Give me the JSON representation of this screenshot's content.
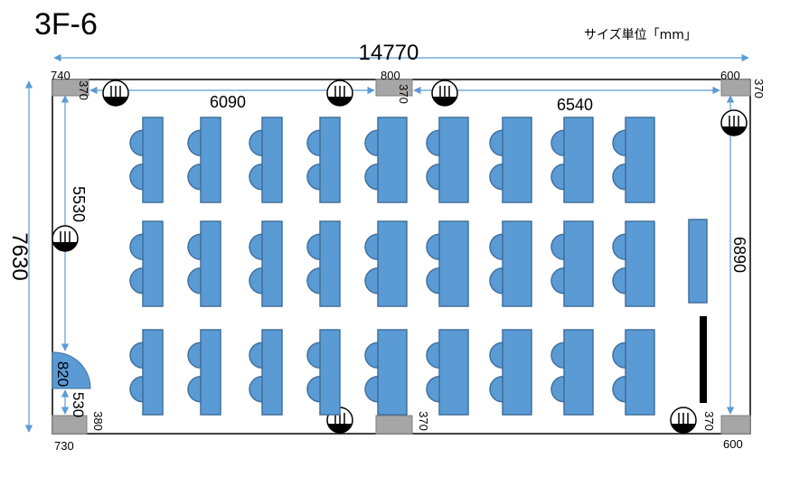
{
  "title": "3F-6",
  "unit_note": "サイズ単位「mm」",
  "colors": {
    "desk": "#5b9bd5",
    "desk_stroke": "#41719c",
    "column": "#a6a6a6",
    "dimension": "#5b9bd5",
    "wall": "#000000",
    "board": "#000000"
  },
  "dimensions": {
    "total_width": "14770",
    "total_height": "7630",
    "left_span": "6090",
    "right_span": "6540",
    "left_inner_height": "5530",
    "right_inner_height": "6890",
    "door_width": "820",
    "door_offset": "530"
  },
  "columns": {
    "top_left_w": "740",
    "top_left_d": "370",
    "top_mid_w": "800",
    "top_mid_d": "370",
    "top_right_w": "600",
    "top_right_d": "370",
    "bottom_left_w": "730",
    "bottom_left_d": "380",
    "bottom_mid_w": "800",
    "bottom_mid_d": "370",
    "bottom_right_w": "600",
    "bottom_right_d": "370"
  },
  "icons": [
    "outlet-icon"
  ],
  "seating": {
    "desk_rows": 3,
    "desk_columns": 9,
    "seats_per_desk": 2,
    "extra_desk": 1
  }
}
